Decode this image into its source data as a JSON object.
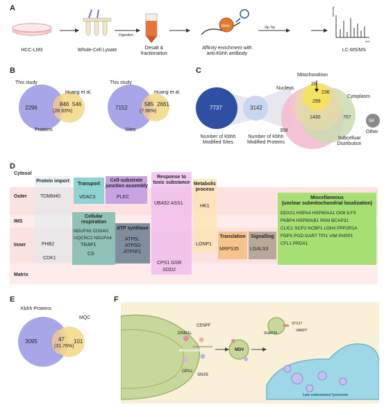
{
  "panels": {
    "A": "A",
    "B": "B",
    "C": "C",
    "D": "D",
    "E": "E",
    "F": "F"
  },
  "workflow": {
    "steps": [
      "HCC-LM3",
      "Whole-Cell Lysate",
      "Desalt &\nfractionation",
      "Affinity enrichment with\nanti-Kbhh antibody",
      "LC-MS/MS"
    ],
    "arrow_labels": [
      "Digestion",
      "Zip Tip"
    ],
    "antibody_tag": "Kbhh",
    "ms_axis_y": "intensity",
    "ms_axis_x": "m/z"
  },
  "panel_b": {
    "proteins": {
      "header_left": "This study",
      "header_right": "Huang et al.",
      "left": "2296",
      "overlap": "846",
      "overlap_pct": "(26.93%)",
      "right": "546",
      "caption": "Proteins"
    },
    "sites": {
      "header_left": "This study",
      "header_right": "Huang et al.",
      "left": "7152",
      "overlap": "585",
      "overlap_pct": "(7.56%)",
      "right": "2661",
      "caption": "Sites"
    }
  },
  "panel_c": {
    "sites_value": "7737",
    "sites_caption": "Number of Kbhh\nModified Sites",
    "proteins_value": "3142",
    "proteins_caption": "Number of Kbhh\nModified Proteins",
    "mito_label": "Mitochondrion",
    "nucleus_label": "Nucleus",
    "cytoplasm_label": "Cytoplasm",
    "v_mito_only": "20",
    "v_mito_cyto": "236",
    "v_mito_nuc_cyto": "299",
    "v_nuc_cyto": "1430",
    "v_cyto_only": "707",
    "v_nuc_only": "356",
    "other_value": "94",
    "other_label": "Other",
    "distribution_caption": "Subcelluar\nDistribution"
  },
  "panel_d": {
    "rows": [
      "Cytosol",
      "Outer",
      "IMS",
      "Inner",
      "Matrix"
    ],
    "categories": {
      "protein_import": {
        "title": "Protein import",
        "proteins": [
          "TOMM40",
          "PHB2",
          "CDK1"
        ]
      },
      "transport": {
        "title": "Transport",
        "proteins": [
          "VDAC3"
        ]
      },
      "cell_substrate": {
        "title": "Cell-substrate\njunction assembly",
        "proteins": [
          "PLEC"
        ]
      },
      "cellular_respiration": {
        "title": "Cellular\nrespiration",
        "proteins": [
          "NDUFA5  COX4I1",
          "UQCRC2 NDUFA4",
          "TRAP1",
          "CS"
        ]
      },
      "atp_synthase": {
        "title": "ATP synthase",
        "proteins": [
          "ATP5L",
          "ATP5O",
          "ATP5F1"
        ]
      },
      "toxic_response": {
        "title": "Response to\ntoxic substance",
        "proteins": [
          "UBA52  ASS1",
          "CPS1  GSR",
          "SOD2"
        ]
      },
      "metabolic": {
        "title": "Metabolic\nprocess",
        "proteins": [
          "HK1",
          "LONP1"
        ]
      },
      "translation": {
        "title": "Translation",
        "proteins": [
          "MRPS35"
        ]
      },
      "signalling": {
        "title": "Signalling",
        "proteins": [
          "LGALS3"
        ]
      },
      "misc": {
        "title": "Miscellaneous\n(unclear submitochondrial localization)",
        "proteins": [
          "DDX21  HSPA4  HSP90AA1  CKB ILF3",
          "FKBP4  HSP90AB1  PKM  BCAP31",
          "CLIC1  SCP2  NCBP1  LDHA  PPP2R1A",
          "FDPS  PGD  GART  TPI1  VIM  PARP1",
          "CFL1  PRDX1"
        ]
      }
    }
  },
  "panel_e": {
    "left_title": "Kbhh Proteins",
    "right_title": "MQC",
    "left": "3095",
    "overlap": "47",
    "overlap_pct": "(31.76%)",
    "right": "101"
  },
  "panel_f": {
    "labels": {
      "dnm1l": "DNM1L",
      "cenpf": "CENPF",
      "opa1": "OPA1",
      "snx9": "SNX9",
      "mito": "Mitochondria",
      "mdv": "MDV",
      "stx17": "STX17",
      "vamp7": "VAMP7",
      "snap29": "SNAP29",
      "late_endo": "Late endosomes/ lysosome"
    }
  },
  "colors": {
    "blue_circle": "#a8a6e8",
    "yellow_circle": "#f5d98a",
    "overlap": "#e3c3a0",
    "d_bg": "#fbe1df",
    "transport": "#8fd3d3",
    "cell_substrate": "#c7a3e2",
    "respiration": "#8fc1b6",
    "atp": "#7f8d9d",
    "toxic": "#efb8ef",
    "metabolic": "#fde3b3",
    "translation": "#f6c48a",
    "signalling": "#b8a89a",
    "misc": "#a6df72",
    "f_bg": "#faf0d8",
    "mito": "#c8d79a"
  }
}
